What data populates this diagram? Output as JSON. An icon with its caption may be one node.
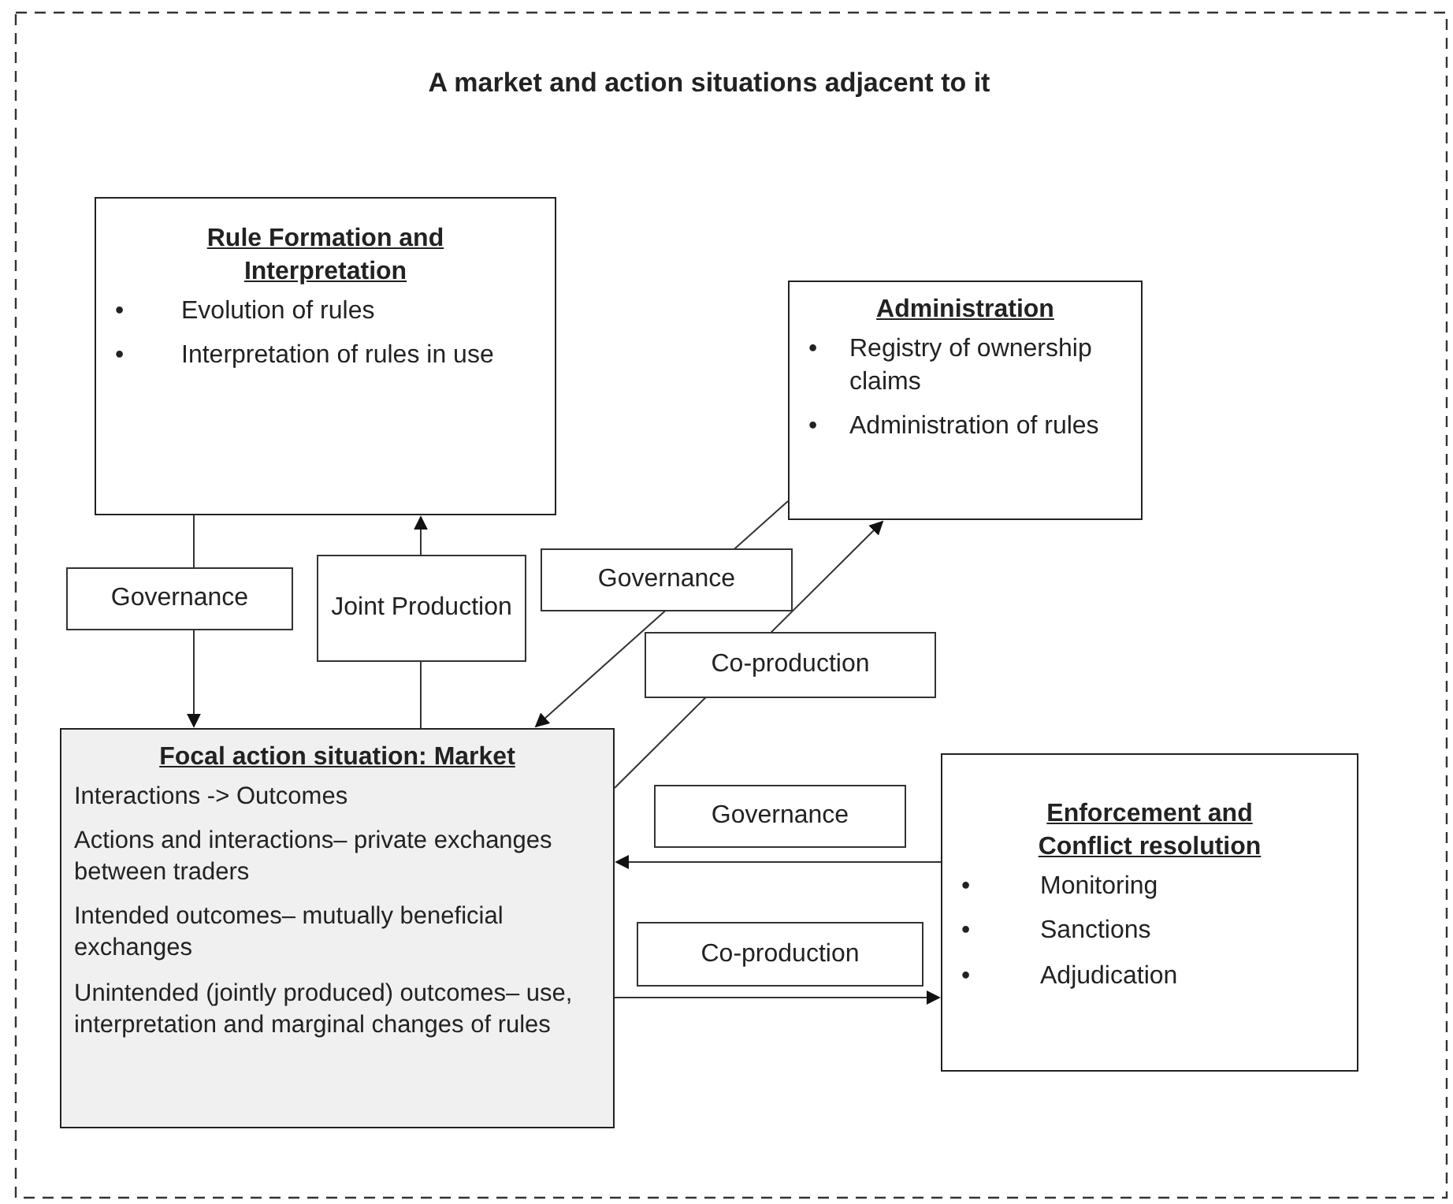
{
  "diagram": {
    "title": "A market and action situations adjacent to it",
    "nodes": [
      {
        "text": [
          "Rule Formation and Interpretation",
          "• Evolution of rules",
          "• Interpretation of rules in use"
        ]
      },
      {
        "text": [
          "Administration",
          "• Registry of ownership claims",
          "• Administration of rules"
        ]
      },
      {
        "text": [
          "Focal action situation: Market",
          "Interactions -> Outcomes",
          "Actions and interactions– private exchanges between traders",
          "Intended outcomes– mutually beneficial exchanges",
          "Unintended (jointly produced) outcomes– use, interpretation and marginal changes of rules"
        ]
      },
      {
        "text": [
          "Enforcement and Conflict resolution",
          "• Monitoring",
          "• Sanctions",
          "• Adjudication"
        ]
      }
    ],
    "edges": [
      {
        "from": 0,
        "to": 2,
        "arrow": "to",
        "label": "Governance"
      },
      {
        "from": 2,
        "to": 0,
        "arrow": "to",
        "label": "Joint Production"
      },
      {
        "from": 1,
        "to": 2,
        "arrow": "to",
        "label": "Governance"
      },
      {
        "from": 2,
        "to": 1,
        "arrow": "to",
        "label": "Co-production"
      },
      {
        "from": 3,
        "to": 2,
        "arrow": "to",
        "label": "Governance"
      },
      {
        "from": 2,
        "to": 3,
        "arrow": "to",
        "label": "Co-production"
      }
    ]
  }
}
